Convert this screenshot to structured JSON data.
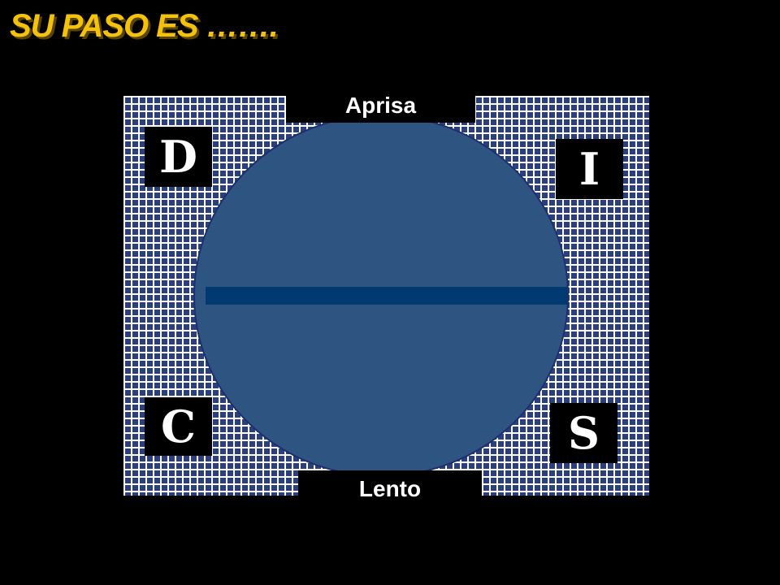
{
  "title": "SU PASO ES …….",
  "axis": {
    "top_label": "Aprisa",
    "bottom_label": "Lento"
  },
  "quadrants": {
    "top_left": "D",
    "top_right": "I",
    "bottom_left": "C",
    "bottom_right": "S"
  },
  "colors": {
    "background": "#000000",
    "title": "#f4c20d",
    "grid_line": "#ffffff",
    "grid_fill": "#2b3f7c",
    "circle_fill": "#2e5482",
    "circle_stroke": "#1e2f6e",
    "divider_bar": "#003a70"
  }
}
